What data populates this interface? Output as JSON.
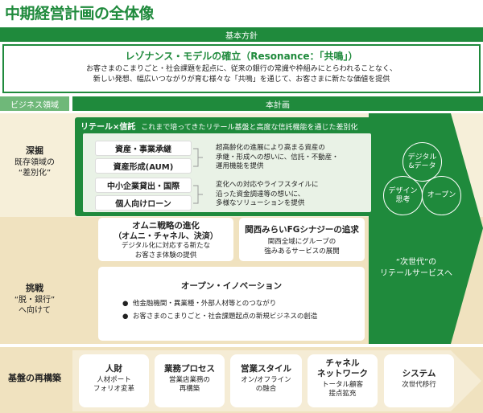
{
  "title": "中期経営計画の全体像",
  "basic_policy": {
    "header": "基本方針",
    "headline": "レゾナンス・モデルの確立（Resonance：「共鳴」）",
    "line1": "お客さまのこまりごと・社会課題を起点に、従来の銀行の常識や枠組みにとらわれることなく、",
    "line2": "新しい発想、幅広いつながりが育む様々な「共鳴」を通じて、お客さまに新たな価値を提供"
  },
  "business_area_header": "ビジネス領域",
  "plan_header": "本計画",
  "rows": {
    "deepen": {
      "title": "深掘",
      "line1": "既存領域の",
      "line2": "“差別化”"
    },
    "challenge": {
      "title": "挑戦",
      "line1": "“脱・銀行”",
      "line2": "へ向けて"
    },
    "foundation": {
      "title": "基盤の再構築"
    }
  },
  "retail_trust": {
    "label": "リテール×信託",
    "desc": "これまで培ってきたリテール基盤と高度な信託機能を通じた差別化",
    "pills": [
      "資産・事業承継",
      "資産形成(AUM)",
      "中小企業貸出・国際",
      "個人向けローン"
    ],
    "text1": [
      "超高齢化の進展により高まる資産の",
      "承継・形成への想いに、信託・不動産・",
      "運用機能を提供"
    ],
    "text2": [
      "変化への対応やライフスタイルに",
      "沿った資金調達等の想いに、",
      "多様なソリューションを提供"
    ]
  },
  "omni": {
    "title1": "オムニ戦略の進化",
    "title2": "（オムニ・チャネル、決済）",
    "sub1": "デジタル化に対応する新たな",
    "sub2": "お客さま体験の提供"
  },
  "kansai": {
    "title": "関西みらいFGシナジーの追求",
    "sub1": "関西全域にグループの",
    "sub2": "強みあるサービスの展開"
  },
  "open_innovation": {
    "title": "オープン・イノベーション",
    "bullet1": "他金融機関・異業種・外部人材等とのつながり",
    "bullet2": "お客さまのこまりごと・社会課題起点の新規ビジネスの創造"
  },
  "arrow": {
    "circle1": [
      "デジタル",
      "&データ"
    ],
    "circle2": [
      "デザイン",
      "思考"
    ],
    "circle3": "オープン",
    "result1": "“次世代”の",
    "result2": "リテールサービスへ"
  },
  "foundation_cards": [
    {
      "title": "人財",
      "sub": [
        "人材ポート",
        "フォリオ変革"
      ]
    },
    {
      "title": "業務プロセス",
      "sub": [
        "営業店業務の",
        "再構築"
      ]
    },
    {
      "title": "営業スタイル",
      "sub": [
        "オン/オフライン",
        "の融合"
      ]
    },
    {
      "title": [
        "チャネル",
        "ネットワーク"
      ],
      "sub": [
        "トータル顧客",
        "接点拡充"
      ]
    },
    {
      "title": "システム",
      "sub": [
        "次世代移行"
      ]
    }
  ],
  "colors": {
    "green": "#1f8a3c",
    "light_green": "#6fb879",
    "beige": "#f6efd9",
    "tan": "#f0e2bf"
  }
}
